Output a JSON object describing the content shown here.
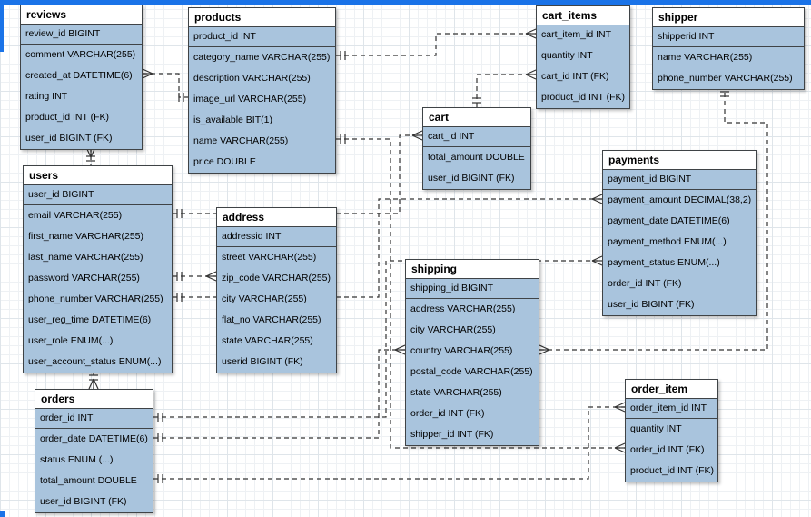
{
  "app": {
    "kind": "er-diagram-editor-canvas",
    "colors": {
      "accent_blue": "#1a73e8",
      "entity_fill": "#a9c4dd",
      "entity_border": "#3f4346",
      "connector": "#333333",
      "grid_minor": "#eef1f4",
      "grid_major": "#dfe5ea"
    }
  },
  "diagram": {
    "entities": [
      {
        "name": "reviews",
        "pk": "review_id BIGINT",
        "fields": [
          "comment VARCHAR(255)",
          "created_at DATETIME(6)",
          "rating INT",
          "product_id INT (FK)",
          "user_id BIGINT (FK)"
        ]
      },
      {
        "name": "products",
        "pk": "product_id INT",
        "fields": [
          "category_name VARCHAR(255)",
          "description VARCHAR(255)",
          "image_url VARCHAR(255)",
          "is_available BIT(1)",
          "name VARCHAR(255)",
          "price DOUBLE"
        ]
      },
      {
        "name": "cart_items",
        "pk": "cart_item_id INT",
        "fields": [
          "quantity INT",
          "cart_id INT (FK)",
          "product_id INT (FK)"
        ]
      },
      {
        "name": "shipper",
        "pk": "shipperid INT",
        "fields": [
          "name VARCHAR(255)",
          "phone_number VARCHAR(255)"
        ]
      },
      {
        "name": "cart",
        "pk": "cart_id INT",
        "fields": [
          "total_amount DOUBLE",
          "user_id BIGINT (FK)"
        ]
      },
      {
        "name": "users",
        "pk": "user_id BIGINT",
        "fields": [
          "email VARCHAR(255)",
          "first_name VARCHAR(255)",
          "last_name VARCHAR(255)",
          "password VARCHAR(255)",
          "phone_number VARCHAR(255)",
          "user_reg_time DATETIME(6)",
          "user_role ENUM(...)",
          "user_account_status ENUM(...)"
        ]
      },
      {
        "name": "address",
        "pk": "addressid INT",
        "fields": [
          "street VARCHAR(255)",
          "zip_code VARCHAR(255)",
          "city VARCHAR(255)",
          "flat_no VARCHAR(255)",
          "state VARCHAR(255)",
          "userid BIGINT (FK)"
        ]
      },
      {
        "name": "payments",
        "pk": "payment_id BIGINT",
        "fields": [
          "payment_amount DECIMAL(38,2)",
          "payment_date DATETIME(6)",
          "payment_method ENUM(...)",
          "payment_status ENUM(...)",
          "order_id INT (FK)",
          "user_id BIGINT (FK)"
        ]
      },
      {
        "name": "shipping",
        "pk": "shipping_id BIGINT",
        "fields": [
          "address VARCHAR(255)",
          "city VARCHAR(255)",
          "country VARCHAR(255)",
          "postal_code VARCHAR(255)",
          "state VARCHAR(255)",
          "order_id INT (FK)",
          "shipper_id INT (FK)"
        ]
      },
      {
        "name": "orders",
        "pk": "order_id INT",
        "fields": [
          "order_date DATETIME(6)",
          "status ENUM (...)",
          "total_amount DOUBLE",
          "user_id BIGINT (FK)"
        ]
      },
      {
        "name": "order_item",
        "pk": "order_item_id INT",
        "fields": [
          "quantity INT",
          "order_id INT (FK)",
          "product_id INT (FK)"
        ]
      }
    ],
    "relationships": [
      {
        "from": "reviews",
        "to": "products",
        "from_card": "many",
        "to_card": "one",
        "fk": "product_id"
      },
      {
        "from": "reviews",
        "to": "users",
        "from_card": "many",
        "to_card": "one",
        "fk": "user_id"
      },
      {
        "from": "products",
        "to": "cart_items",
        "from_card": "one",
        "to_card": "many",
        "fk": "product_id"
      },
      {
        "from": "cart",
        "to": "cart_items",
        "from_card": "one",
        "to_card": "many",
        "fk": "cart_id"
      },
      {
        "from": "users",
        "to": "cart",
        "from_card": "one",
        "to_card": "many",
        "fk": "user_id"
      },
      {
        "from": "users",
        "to": "address",
        "from_card": "one",
        "to_card": "many",
        "fk": "userid"
      },
      {
        "from": "users",
        "to": "orders",
        "from_card": "one",
        "to_card": "many",
        "fk": "user_id"
      },
      {
        "from": "users",
        "to": "payments",
        "from_card": "one",
        "to_card": "many",
        "fk": "user_id"
      },
      {
        "from": "orders",
        "to": "payments",
        "from_card": "one",
        "to_card": "many",
        "fk": "order_id"
      },
      {
        "from": "orders",
        "to": "shipping",
        "from_card": "one",
        "to_card": "many",
        "fk": "order_id"
      },
      {
        "from": "shipping",
        "to": "shipper",
        "from_card": "many",
        "to_card": "one",
        "fk": "shipper_id"
      },
      {
        "from": "orders",
        "to": "order_item",
        "from_card": "one",
        "to_card": "many",
        "fk": "order_id"
      },
      {
        "from": "products",
        "to": "order_item",
        "from_card": "one",
        "to_card": "many",
        "fk": "product_id"
      }
    ]
  }
}
